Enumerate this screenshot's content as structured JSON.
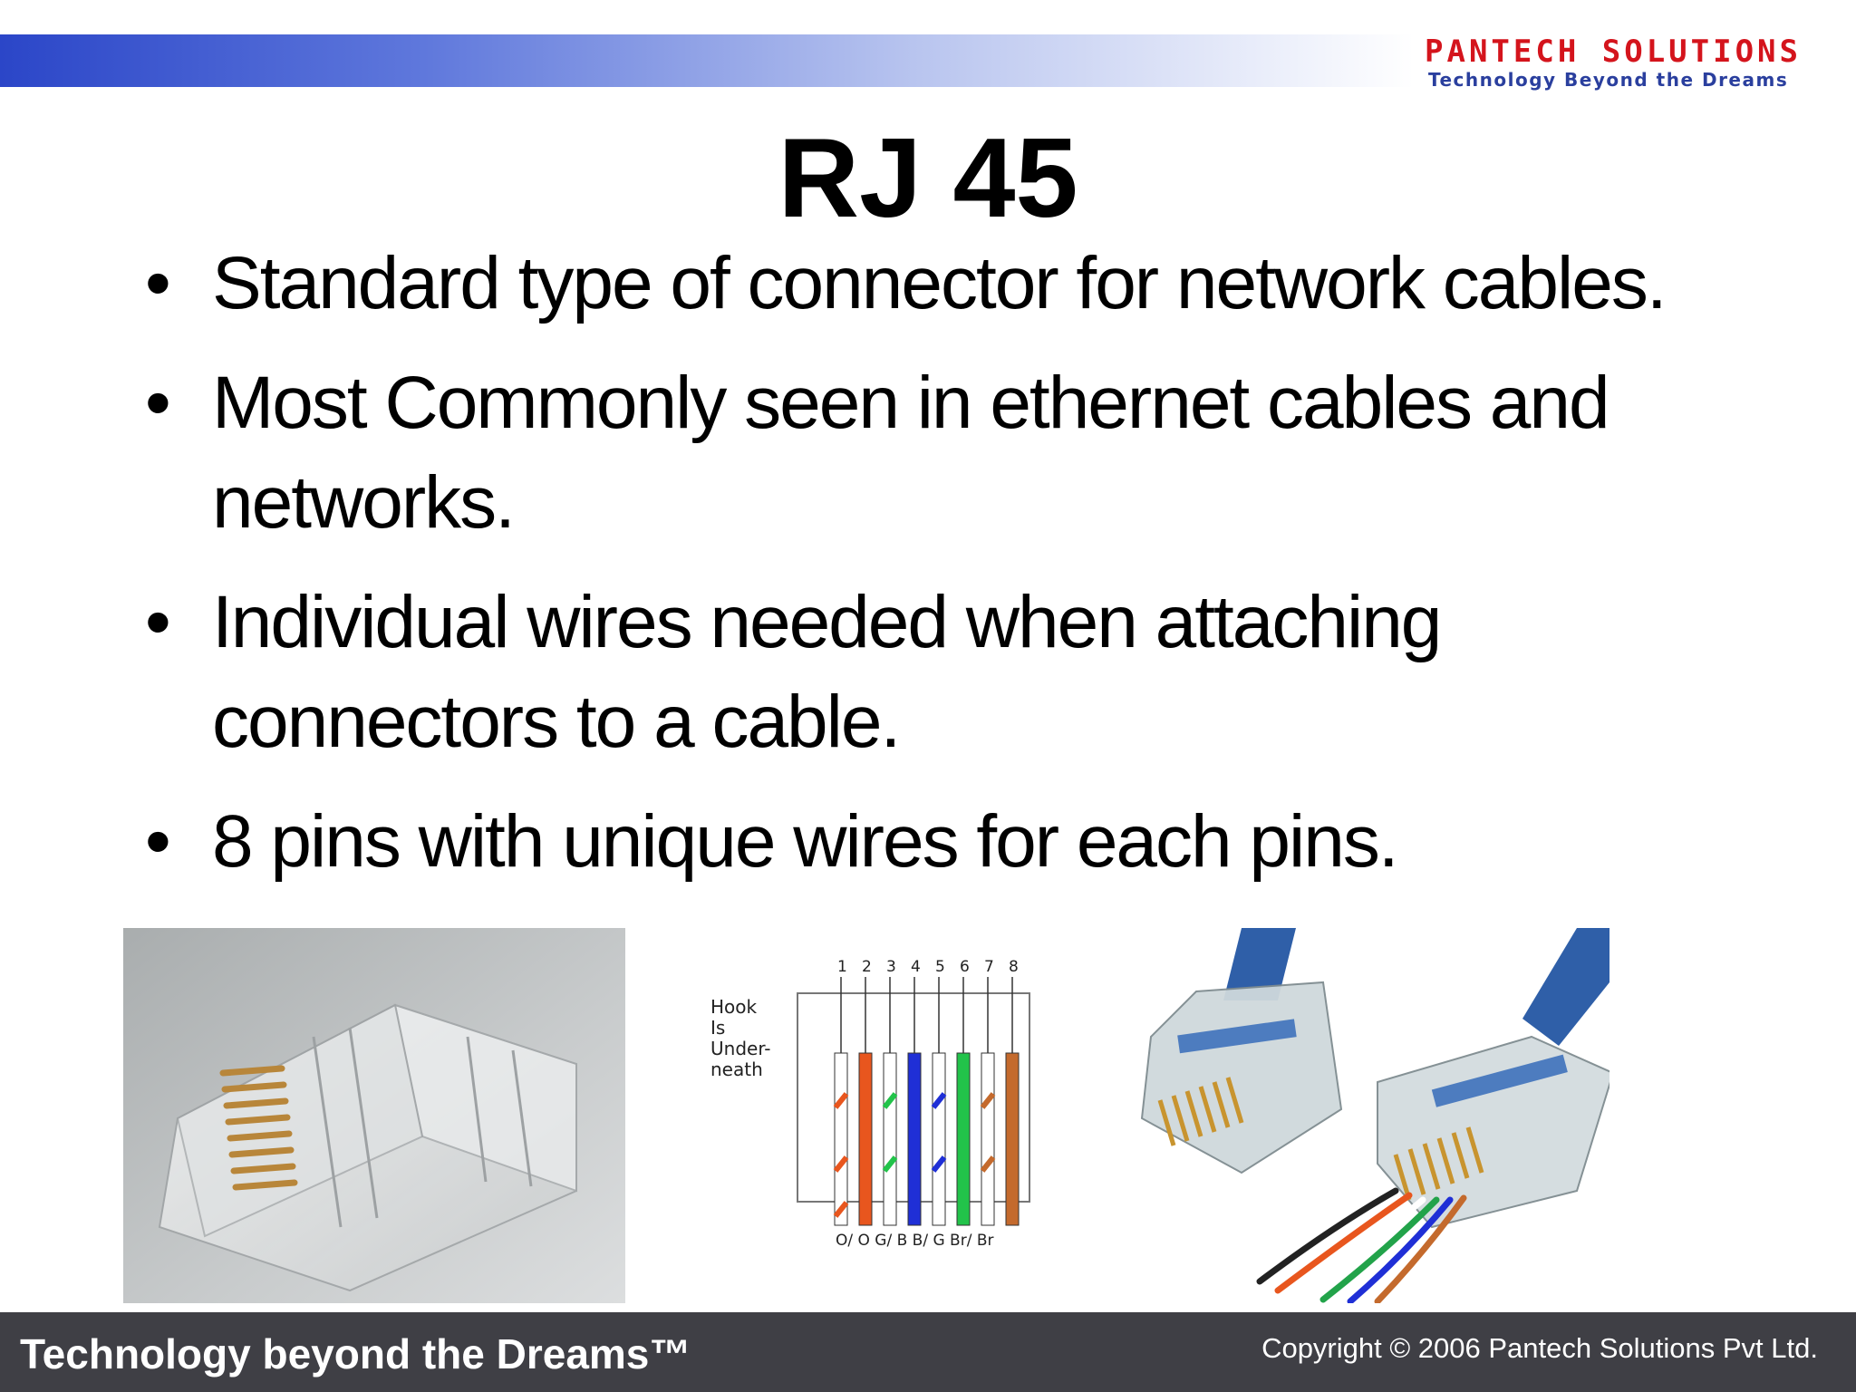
{
  "header": {
    "logo_name": "PANTECH SOLUTIONS",
    "logo_tagline": "Technology Beyond the Dreams"
  },
  "slide": {
    "title": "RJ 45",
    "bullets": [
      {
        "text": "Standard type of connector for network cables."
      },
      {
        "text": "Most Commonly seen in ethernet cables and networks."
      },
      {
        "text": "Individual wires needed when attaching connectors to a cable."
      },
      {
        "text": "8 pins with unique wires for each pins."
      }
    ],
    "bullet_symbol": "•"
  },
  "diagram": {
    "pin_numbers": [
      "1",
      "2",
      "3",
      "4",
      "5",
      "6",
      "7",
      "8"
    ],
    "hook_label": [
      "Hook",
      "Is",
      "Under-",
      "neath"
    ],
    "wire_labels": "O/ O G/ B B/ G Br/ Br"
  },
  "footer": {
    "tagline": "Technology beyond the Dreams™",
    "copyright": "Copyright © 2006 Pantech Solutions Pvt Ltd."
  },
  "colors": {
    "orange": "#e8561e",
    "green": "#22c34a",
    "blue": "#1f2fd6",
    "brown": "#c46a2d",
    "footer_bg": "#3f3f45"
  }
}
